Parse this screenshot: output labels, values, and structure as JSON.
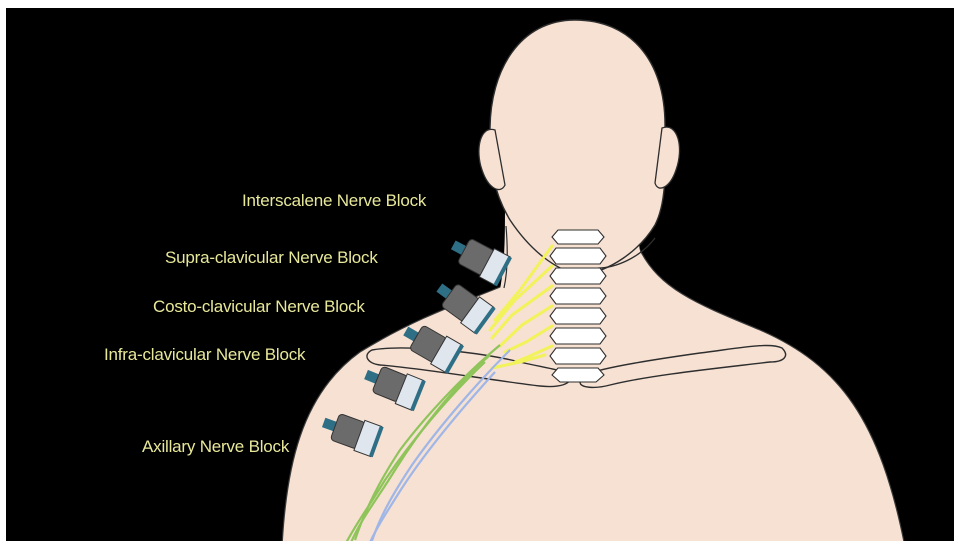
{
  "diagram": {
    "labels": {
      "interscalene": "Interscalene Nerve Block",
      "supraclavicular": "Supra-clavicular Nerve Block",
      "costoclavicular": "Costo-clavicular Nerve Block",
      "infraclavicular": "Infra-clavicular Nerve Block",
      "axillary": "Axillary Nerve Block"
    },
    "colors": {
      "background": "#000000",
      "skin": "#f6e1d3",
      "label_text": "#e8e89a",
      "nerve_yellow": "#f2f25a",
      "nerve_green": "#8fc45a",
      "nerve_blue": "#9fb6e6",
      "probe_body": "#6b6b6b",
      "probe_cable": "#2f6f86",
      "probe_face": "#dfe6ee"
    }
  }
}
